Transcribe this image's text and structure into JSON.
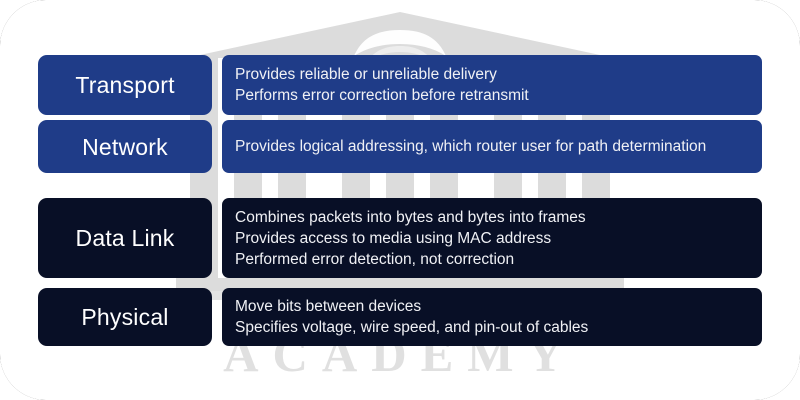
{
  "watermark": {
    "brand_text": "ACADEMY",
    "emblem_name": "academy-building-emblem",
    "color": "#dcdcdc"
  },
  "colors": {
    "frame": "#4d4d4d",
    "card": "#ffffff",
    "blue": "#1f3c88",
    "dark_navy": "#080f26",
    "text": "#f0f1f5",
    "watermark": "#dcdcdc"
  },
  "layers": [
    {
      "name": "Transport",
      "style": "blue",
      "lines": [
        "Provides reliable or unreliable delivery",
        "Performs error correction before retransmit"
      ]
    },
    {
      "name": "Network",
      "style": "blue",
      "lines": [
        "Provides logical addressing, which router user for path determination"
      ]
    },
    {
      "name": "Data Link",
      "style": "dark",
      "lines": [
        "Combines packets into bytes and bytes into frames",
        "Provides access to media using MAC address",
        "Performed error detection, not correction"
      ]
    },
    {
      "name": "Physical",
      "style": "dark",
      "lines": [
        "Move bits between devices",
        "Specifies voltage, wire speed, and pin-out of cables"
      ]
    }
  ]
}
